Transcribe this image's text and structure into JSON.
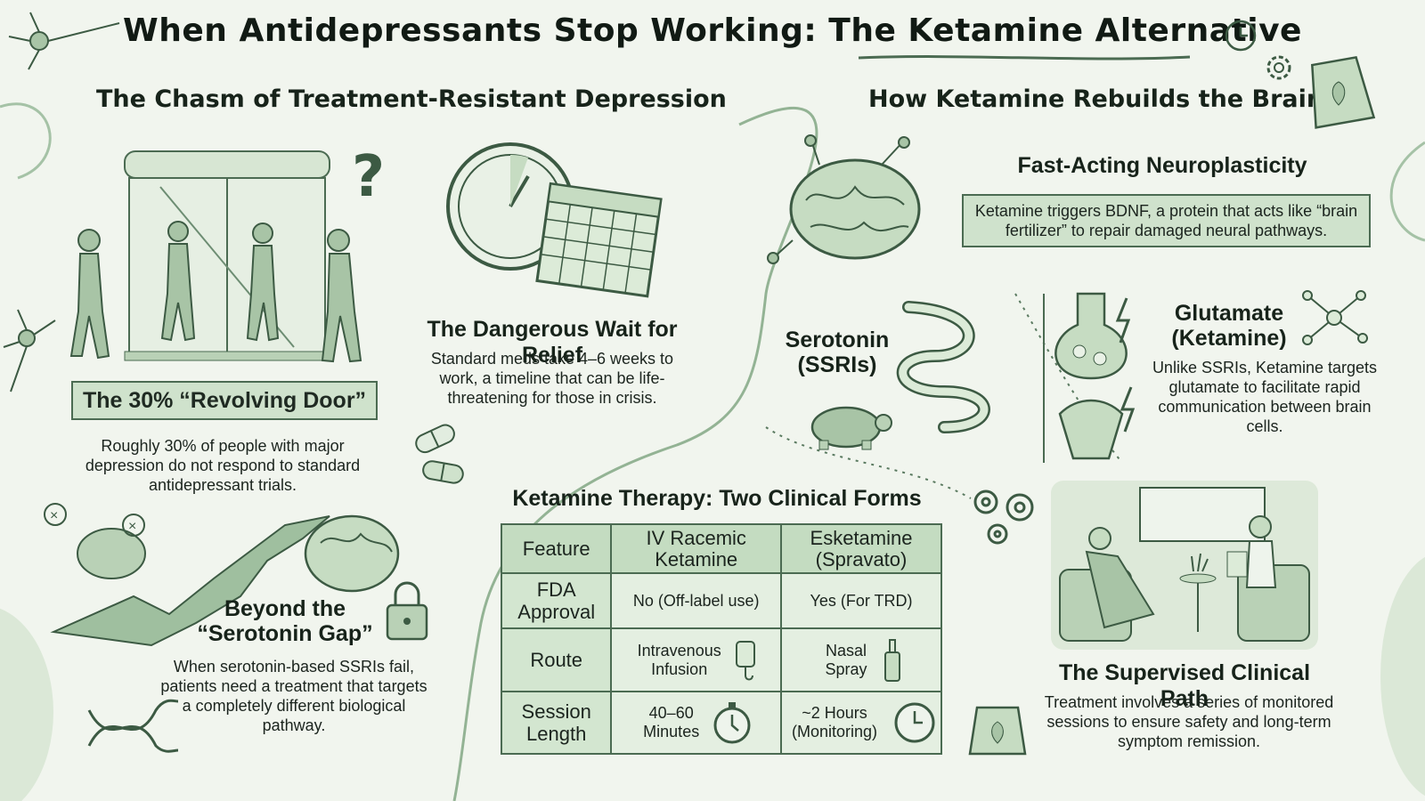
{
  "title": "When Antidepressants Stop Working: The Ketamine Alternative",
  "left_section": {
    "heading": "The Chasm of Treatment-Resistant Depression",
    "revolving": {
      "banner": "The 30% “Revolving Door”",
      "text": "Roughly 30% of people with major depression do not respond to standard antidepressant trials."
    },
    "wait": {
      "heading": "The Dangerous Wait for Relief",
      "text": "Standard meds take 4–6 weeks to work, a timeline that can be life-threatening for those in crisis."
    },
    "gap": {
      "heading_line1": "Beyond the",
      "heading_line2": "“Serotonin Gap”",
      "text": "When serotonin-based SSRIs fail, patients need a treatment that targets a completely different biological pathway."
    }
  },
  "right_section": {
    "heading": "How Ketamine Rebuilds the Brain",
    "neuro": {
      "heading": "Fast-Acting Neuroplasticity",
      "text": "Ketamine triggers BDNF, a protein that acts like “brain fertilizer” to repair damaged neural pathways."
    },
    "serotonin": {
      "label_line1": "Serotonin",
      "label_line2": "(SSRIs)"
    },
    "glutamate": {
      "label_line1": "Glutamate",
      "label_line2": "(Ketamine)",
      "text": "Unlike SSRIs, Ketamine targets glutamate to facilitate rapid communication between brain cells."
    },
    "clinical": {
      "heading": "The Supervised Clinical Path",
      "text": "Treatment involves a series of monitored sessions to ensure safety and long-term symptom remission."
    }
  },
  "table": {
    "heading": "Ketamine Therapy: Two Clinical Forms",
    "headers": [
      "Feature",
      "IV Racemic Ketamine",
      "Esketamine (Spravato)"
    ],
    "rows": [
      {
        "feature": "FDA Approval",
        "iv": "No (Off-label use)",
        "esk": "Yes (For TRD)",
        "iv_icon": "",
        "esk_icon": ""
      },
      {
        "feature": "Route",
        "iv": "Intravenous Infusion",
        "esk": "Nasal Spray",
        "iv_icon": "iv-bag-icon",
        "esk_icon": "nasal-spray-icon"
      },
      {
        "feature": "Session Length",
        "iv": "40–60 Minutes",
        "esk": "~2 Hours (Monitoring)",
        "iv_icon": "stopwatch-icon",
        "esk_icon": "clock-icon"
      }
    ]
  },
  "colors": {
    "background": "#f1f5ee",
    "accent": "#4b6b52",
    "banner": "#cfe2cc",
    "ink": "#1f2a22"
  }
}
